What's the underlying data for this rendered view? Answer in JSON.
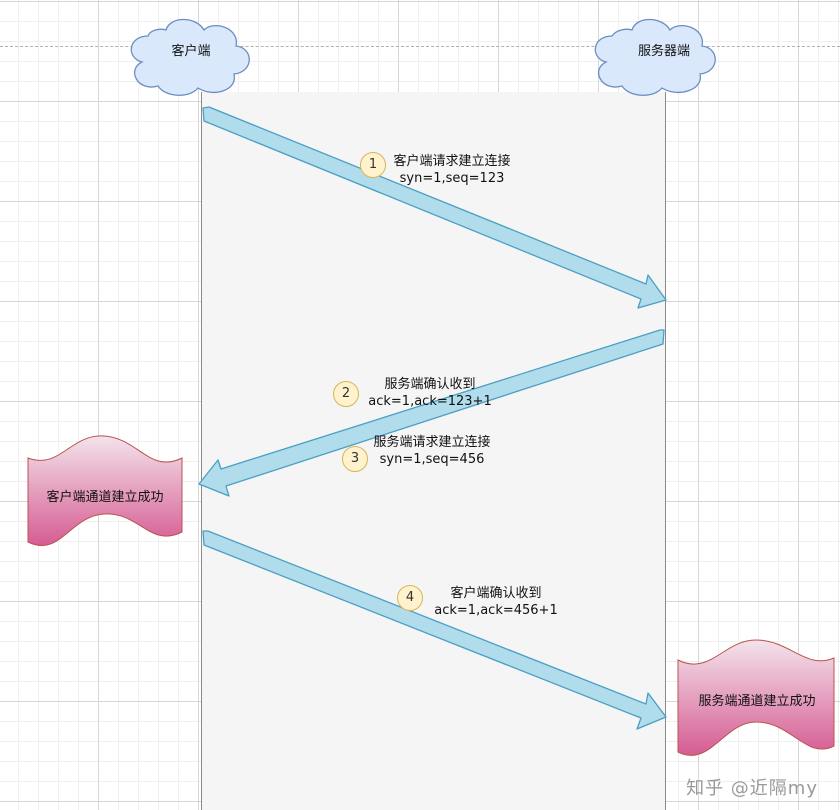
{
  "participants": {
    "client": "客户端",
    "server": "服务器端"
  },
  "steps": [
    {
      "badge": "1",
      "line1": "客户端请求建立连接",
      "line2": "syn=1,seq=123"
    },
    {
      "badge": "2",
      "line1": "服务端确认收到",
      "line2": "ack=1,ack=123+1"
    },
    {
      "badge": "3",
      "line1": "服务端请求建立连接",
      "line2": "syn=1,seq=456"
    },
    {
      "badge": "4",
      "line1": "客户端确认收到",
      "line2": "ack=1,ack=456+1"
    }
  ],
  "results": {
    "client": "客户端通道建立成功",
    "server": "服务端通道建立成功"
  },
  "watermark": "知乎 @近隔my",
  "colors": {
    "arrow_fill": "#b1dcec",
    "arrow_stroke": "#4a9fc4",
    "cloud_fill": "#dae8fc",
    "cloud_stroke": "#6c8ebf",
    "tape_gradient_top": "#f0dce6",
    "tape_gradient_bottom": "#d65c92",
    "badge_fill": "#fff2cc",
    "badge_stroke": "#d6b656"
  }
}
